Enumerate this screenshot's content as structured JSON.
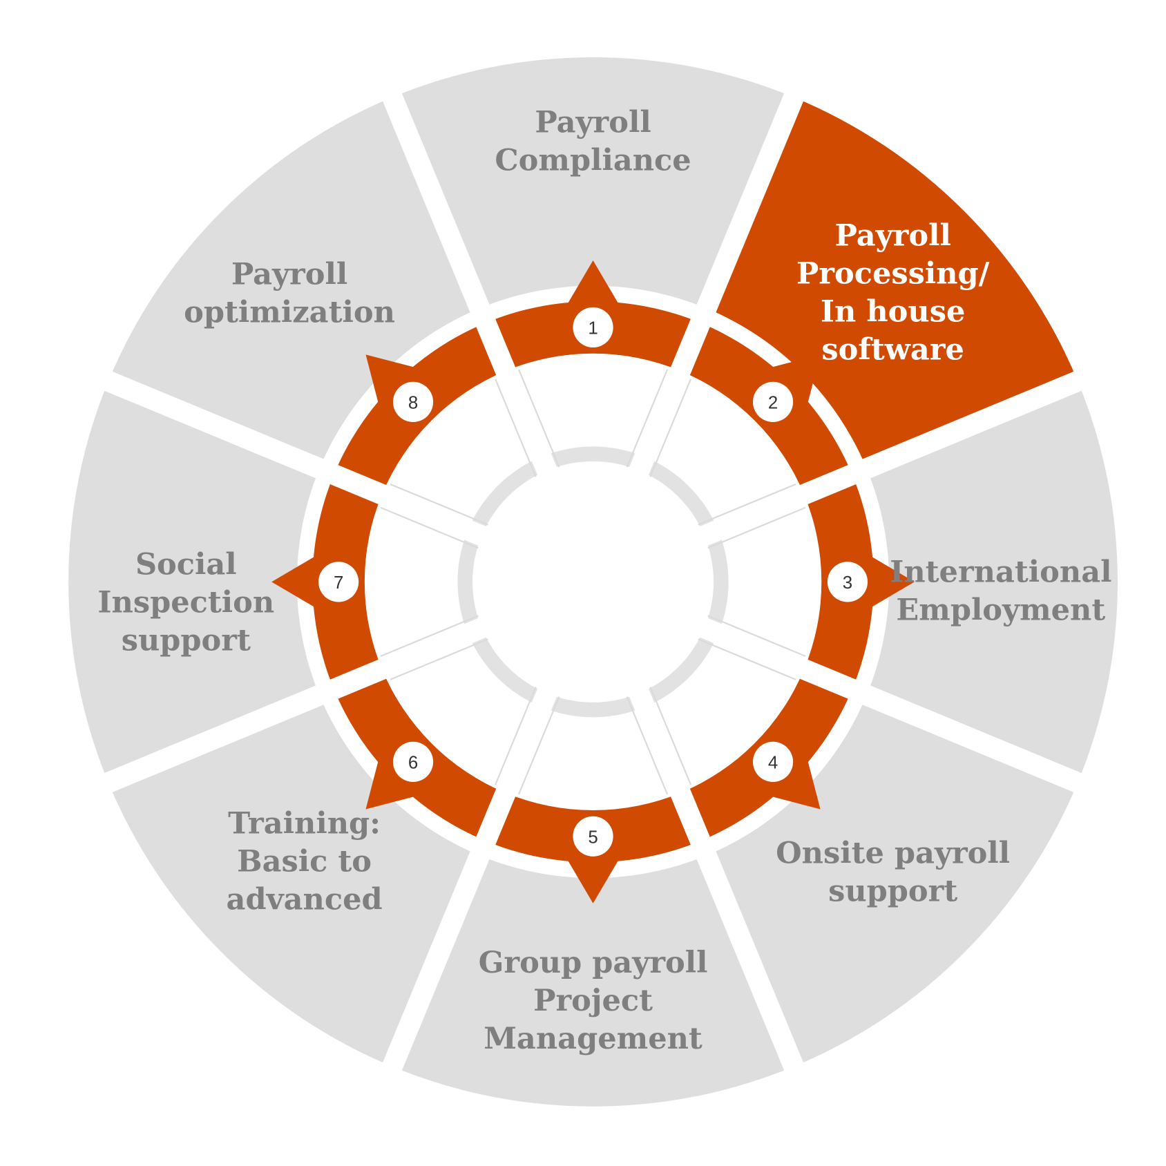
{
  "colors": {
    "accent": "#D04A02",
    "segment_gray": "#DEDEDE",
    "label_gray": "#7F7F7F",
    "label_highlight": "#FFFFFF",
    "inner_ring": "#E2E2E2",
    "number_text": "#333333"
  },
  "highlighted_step": 2,
  "steps": [
    {
      "number": "1",
      "label_lines": [
        "Payroll",
        "Compliance"
      ]
    },
    {
      "number": "2",
      "label_lines": [
        "Payroll",
        "Processing/",
        "In house",
        "software"
      ]
    },
    {
      "number": "3",
      "label_lines": [
        "International",
        "Employment"
      ]
    },
    {
      "number": "4",
      "label_lines": [
        "Onsite payroll",
        "support"
      ]
    },
    {
      "number": "5",
      "label_lines": [
        "Group payroll",
        "Project",
        "Management"
      ]
    },
    {
      "number": "6",
      "label_lines": [
        "Training:",
        "Basic to",
        "advanced"
      ]
    },
    {
      "number": "7",
      "label_lines": [
        "Social",
        "Inspection",
        "support"
      ]
    },
    {
      "number": "8",
      "label_lines": [
        "Payroll",
        "optimization"
      ]
    }
  ]
}
